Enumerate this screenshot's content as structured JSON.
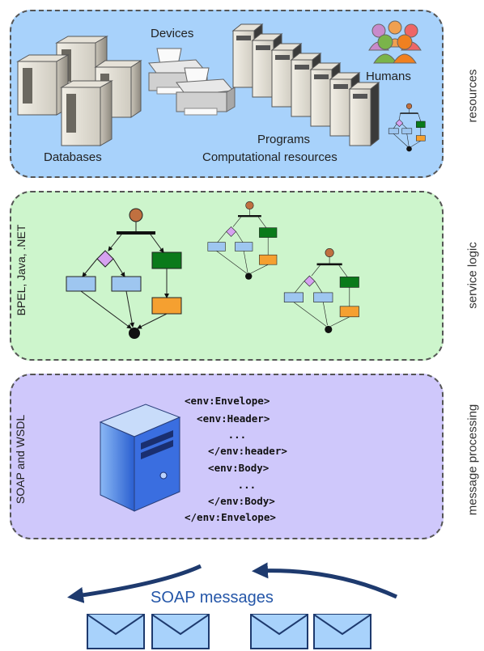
{
  "resources": {
    "devices": "Devices",
    "humans": "Humans",
    "databases": "Databases",
    "programs": "Programs",
    "computational": "Computational resources",
    "side": "resources"
  },
  "service_logic": {
    "inner": "BPEL, Java, .NET",
    "side": "service logic"
  },
  "message_processing": {
    "inner": "SOAP and WSDL",
    "side": "message processing",
    "code_lines": [
      "<env:Envelope>",
      "  <env:Header>",
      "     ...",
      "  </env:header>",
      "  <env:Body>",
      "     ...",
      "  </env:Body>",
      "</env:Envelope>"
    ]
  },
  "soap": {
    "label": "SOAP messages"
  },
  "colors": {
    "resources_fill": "#a8d2fb",
    "logic_fill": "#cdf5cc",
    "message_fill": "#cfc8fb",
    "arrow": "#1e3a6e",
    "soap_text": "#2456a8"
  }
}
